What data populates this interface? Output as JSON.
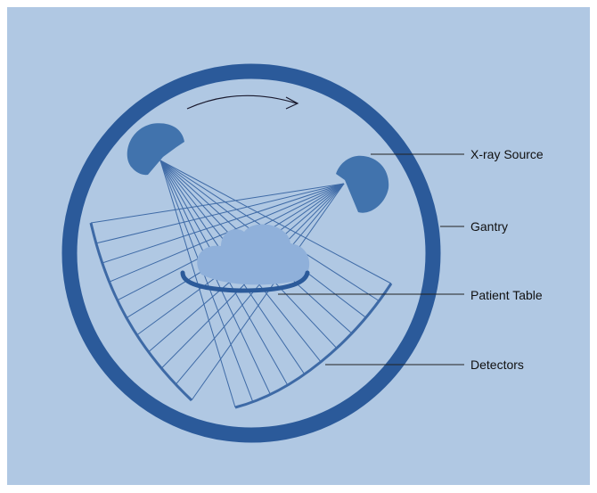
{
  "colors": {
    "background": "#b0c8e3",
    "gantry": "#2b5a9a",
    "source": "#4173ad",
    "beam": "#3e6aa6",
    "patient": "#8fb0da",
    "table": "#2b5a9a",
    "arrow": "#1a1a2e",
    "leader": "#222222"
  },
  "icons": {
    "rotation": "clockwise-arrow-icon"
  },
  "labels": {
    "xray_source": "X-ray Source",
    "gantry": "Gantry",
    "patient_table": "Patient Table",
    "detectors": "Detectors"
  }
}
